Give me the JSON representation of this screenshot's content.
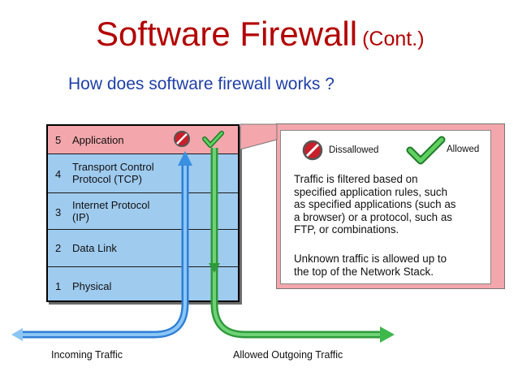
{
  "title": {
    "main": "Software Firewall",
    "cont": "(Cont.)"
  },
  "subtitle": "How does software firewall works ?",
  "stack": {
    "layers": [
      {
        "number": "5",
        "name": "Application"
      },
      {
        "number": "4",
        "name": "Transport Control\nProtocol (TCP)"
      },
      {
        "number": "3",
        "name": "Internet Protocol\n(IP)"
      },
      {
        "number": "2",
        "name": "Data Link"
      },
      {
        "number": "1",
        "name": "Physical"
      }
    ]
  },
  "legend": {
    "disallowed": {
      "label": "Dissallowed",
      "icon": "no-entry-icon"
    },
    "allowed": {
      "label": "Allowed",
      "icon": "checkmark-icon"
    }
  },
  "callout": {
    "paragraph1": "Traffic is filtered based on\nspecified application rules, such\nas specified applications (such as\na browser) or a protocol, such as\nFTP, or combinations.",
    "paragraph2": "Unknown traffic is allowed up to\nthe top of the Network Stack."
  },
  "captions": {
    "incoming": "Incoming Traffic",
    "outgoing": "Allowed Outgoing Traffic"
  },
  "colors": {
    "title": "#b30000",
    "subtitle": "#1f3fa8",
    "application_layer": "#f3a7ac",
    "lower_layers": "#9fcbef",
    "incoming_arrow": "#3a8fe0",
    "outgoing_arrow": "#3db84a",
    "disallowed_icon": "#c8202a"
  }
}
